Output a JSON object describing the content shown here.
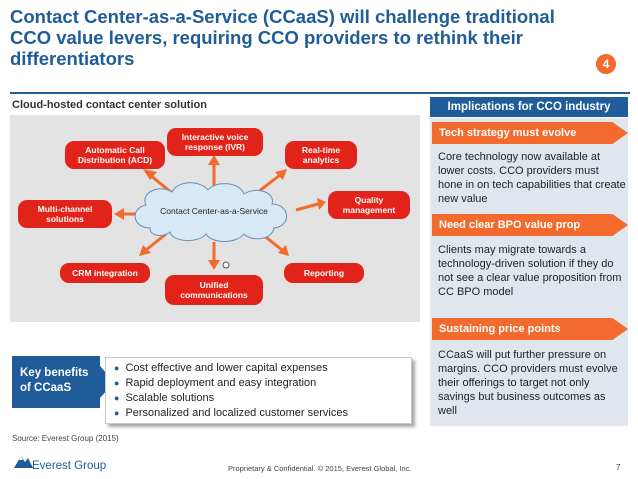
{
  "slide": {
    "title": "Contact Center-as-a-Service (CCaaS) will challenge traditional CCO value levers, requiring CCO providers to rethink their differentiators",
    "badge": "4"
  },
  "left": {
    "heading": "Cloud-hosted contact center solution",
    "cloud_label": "Contact Center-as-a-Service",
    "nodes": {
      "acd": "Automatic Call Distribution (ACD)",
      "ivr": "Interactive voice response (IVR)",
      "analytics": "Real-time analytics",
      "multichannel": "Multi-channel solutions",
      "quality": "Quality management",
      "crm": "CRM integration",
      "unified": "Unified communications",
      "reporting": "Reporting"
    }
  },
  "right": {
    "heading": "Implications for CCO industry",
    "sections": [
      {
        "title": "Tech strategy must evolve",
        "body": "Core technology now available at lower costs. CCO providers must hone in on tech capabilities that create new value"
      },
      {
        "title": "Need clear BPO value prop",
        "body": "Clients may migrate towards a technology-driven solution if they do not see a clear value proposition from CC BPO model"
      },
      {
        "title": "Sustaining price points",
        "body": "CCaaS will put further pressure on margins. CCO providers must evolve their offerings to target not only savings but business outcomes as well"
      }
    ]
  },
  "benefits": {
    "label": "Key benefits of CCaaS",
    "items": [
      "Cost effective and lower capital expenses",
      "Rapid deployment and easy integration",
      "Scalable solutions",
      "Personalized and localized customer services"
    ]
  },
  "footer": {
    "source": "Source:   Everest Group (2015)",
    "logo": "Everest Group",
    "confidential": "Proprietary & Confidential. © 2015, Everest Global, Inc.",
    "page": "7"
  },
  "colors": {
    "brand_blue": "#1f5c99",
    "accent_orange": "#f26a2e",
    "node_red": "#e2231a"
  }
}
